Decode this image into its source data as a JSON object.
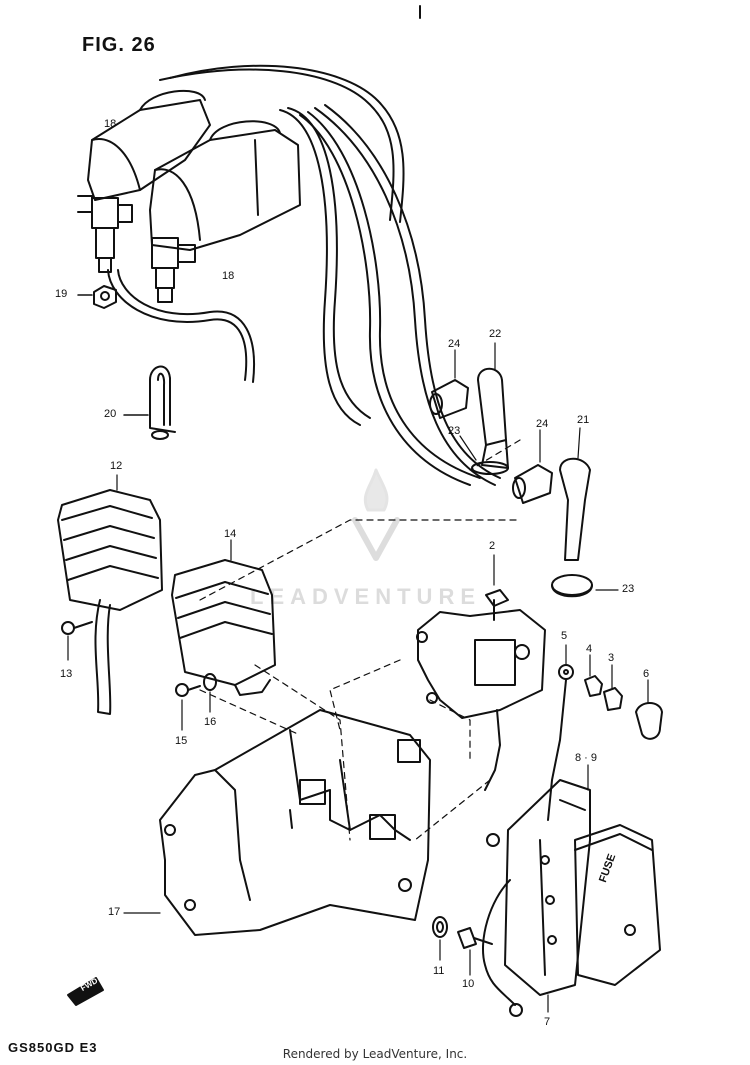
{
  "figure_title": "FIG. 26",
  "model_code": "GS850GD  E3",
  "footer_credit": "Rendered by LeadVenture, Inc.",
  "watermark": "LEADVENTURE",
  "fwd_label": "FWD",
  "fuse_label": "FUSE",
  "callouts": {
    "c18a": "18",
    "c18b": "18",
    "c19": "19",
    "c20": "20",
    "c24a": "24",
    "c22": "22",
    "c23a": "23",
    "c24b": "24",
    "c21": "21",
    "c23b": "23",
    "c12": "12",
    "c13": "13",
    "c14": "14",
    "c15": "15",
    "c16": "16",
    "c2": "2",
    "c5": "5",
    "c4": "4",
    "c3": "3",
    "c6": "6",
    "c89": "8 · 9",
    "c17": "17",
    "c11": "11",
    "c10": "10",
    "c7": "7"
  },
  "icons": {
    "logo": "leadventure-flame-logo",
    "fwd": "forward-arrow-icon"
  }
}
